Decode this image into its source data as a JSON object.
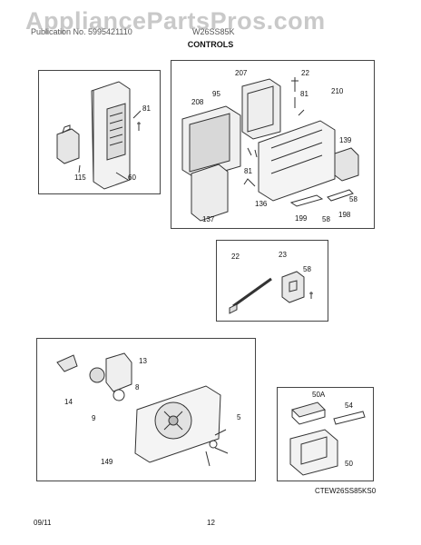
{
  "watermark": "AppliancePartsPros.com",
  "header": {
    "publication_left": "Publication No. 5995421110",
    "model": "W26SS85K"
  },
  "section_title": "CONTROLS",
  "diagram_code": "CTEW26SS85KS0",
  "footer": {
    "date": "09/11",
    "page": "12"
  },
  "callouts": {
    "p1": [
      "81",
      "115",
      "60"
    ],
    "p2": [
      "207",
      "22",
      "208",
      "95",
      "81",
      "210",
      "139",
      "81",
      "136",
      "137",
      "199",
      "58",
      "58",
      "198"
    ],
    "p3": [
      "22",
      "23",
      "58"
    ],
    "p4": [
      "13",
      "14",
      "8",
      "9",
      "5",
      "149"
    ],
    "p5": [
      "50A",
      "54",
      "50"
    ]
  }
}
